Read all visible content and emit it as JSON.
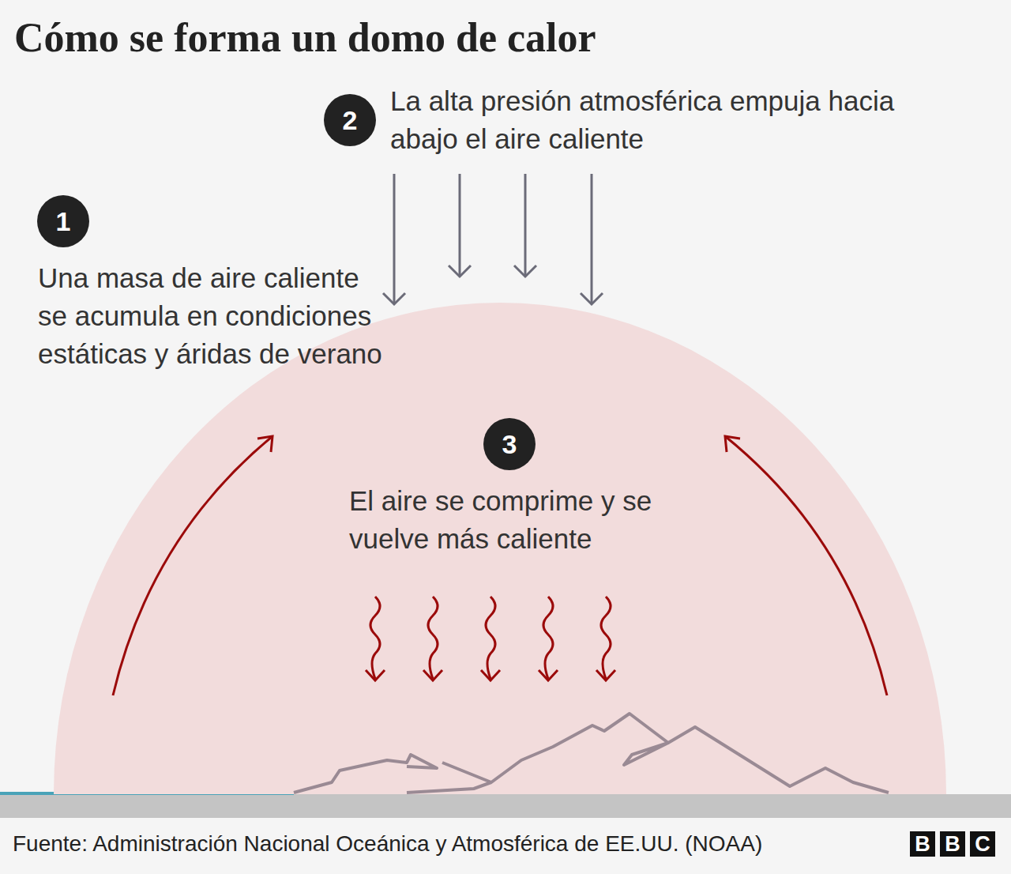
{
  "diagram": {
    "title": "Cómo se forma un domo de calor",
    "caption": "Fuente: Administración Nacional Oceánica y Atmosférica de EE.UU. (NOAA)",
    "nodes": [
      {
        "text": [
          "3",
          "El aire se comprime y se vuelve más caliente"
        ]
      }
    ],
    "labels": [
      "1",
      "Una masa de aire caliente se acumula en condiciones estáticas y áridas de verano",
      "2",
      "La alta presión atmosférica empuja hacia abajo el aire caliente",
      "B",
      "B",
      "C"
    ]
  }
}
